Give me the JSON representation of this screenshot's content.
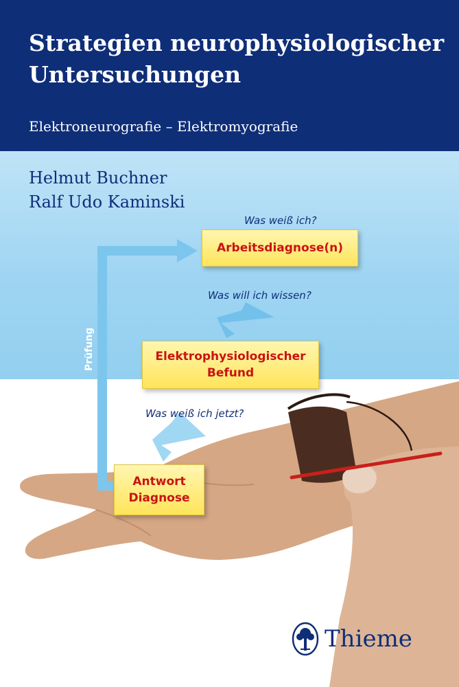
{
  "book": {
    "title_lines": [
      "Strategien neurophysiologischer",
      "Untersuchungen"
    ],
    "subtitle": "Elektroneurografie – Elektromyografie",
    "authors": [
      "Helmut Buchner",
      "Ralf Udo Kaminski"
    ]
  },
  "flow": {
    "q_know": "Was weiß ich?",
    "box_working_diagnosis": "Arbeitsdiagnose(n)",
    "q_want": "Was will ich wissen?",
    "box_finding_lines": [
      "Elektrophysiologischer",
      "Befund"
    ],
    "q_now": "Was weiß ich jetzt?",
    "box_answer_lines": [
      "Antwort",
      "Diagnose"
    ],
    "check_label": "Prüfung"
  },
  "publisher": {
    "name": "Thieme",
    "logo_icon": "tree-logo-icon"
  },
  "colors": {
    "header_navy": "#0f2e78",
    "light_blue": "#9fd5f2",
    "box_yellow": "#ffe45a",
    "box_text_red": "#c81414",
    "arrow_blue": "#7cc6ee"
  }
}
